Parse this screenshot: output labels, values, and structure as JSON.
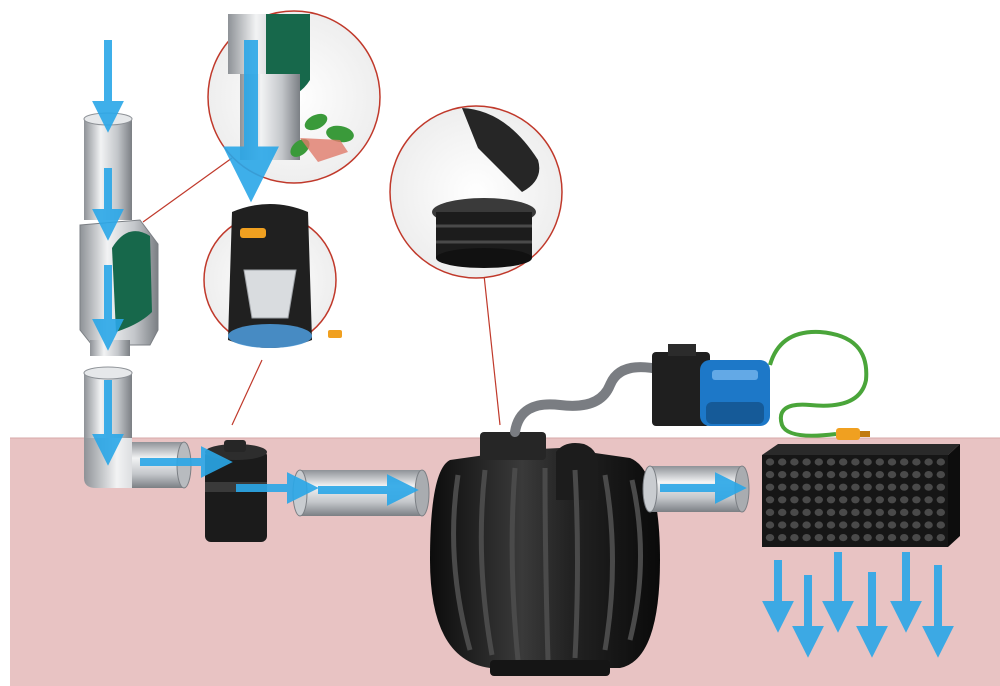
{
  "diagram": {
    "components": [
      {
        "id": "downpipe",
        "label": ""
      },
      {
        "id": "leaf-diverter",
        "label": ""
      },
      {
        "id": "filter",
        "label": ""
      },
      {
        "id": "tank-lid",
        "label": ""
      },
      {
        "id": "underground-tank",
        "label": ""
      },
      {
        "id": "pump",
        "label": ""
      },
      {
        "id": "infiltration-crate",
        "label": ""
      }
    ],
    "colors": {
      "ground": "#e8c3c3",
      "water_arrow": "#2aa7e8",
      "callout_circle": "#c0392b",
      "tank": "#1b1b1b",
      "pipe": "#c9ccd0",
      "diverter_flap": "#17684b",
      "pump": "#1d78c8",
      "cable": "#4aa53a",
      "plug": "#f0a020",
      "leaves": "#3a9a3a"
    }
  }
}
